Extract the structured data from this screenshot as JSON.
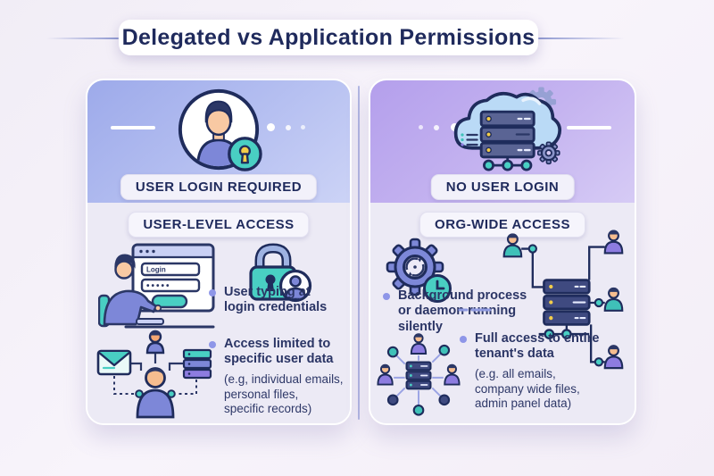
{
  "title": "Delegated vs Application Permissions",
  "left_panel": {
    "header_label": "USER LOGIN REQUIRED",
    "section_label": "USER-LEVEL ACCESS",
    "bullet1": "User typing at\nlogin credentials",
    "bullet2": "Access limited to\nspecific user data",
    "bullet2_note": "(e.g, individual emails,\npersonal files,\nspecific records)",
    "login_illustration": {
      "username_field": "Login",
      "password_mask": "•••••"
    }
  },
  "right_panel": {
    "header_label": "NO USER LOGIN",
    "section_label": "ORG-WIDE ACCESS",
    "bullet1": "Background process\nor daemon running\nsilently",
    "bullet2": "Full access to entire\ntenant's data",
    "bullet2_note": "(e.g. all emails,\ncompany wide files,\nadmin panel data)"
  },
  "colors": {
    "navy_outline": "#1f2c5c",
    "navy_text": "#2b3565",
    "teal_accent": "#49cfc3",
    "periwinkle_bullet": "#8e96e8",
    "purple_accent": "#7d87d8",
    "left_header_start": "#9daaea",
    "left_header_end": "#ccd3f6",
    "right_header_start": "#b49fec",
    "right_header_end": "#d6cbf5",
    "panel_body": "#eceaf5",
    "page_background": "#f4f0f8"
  }
}
